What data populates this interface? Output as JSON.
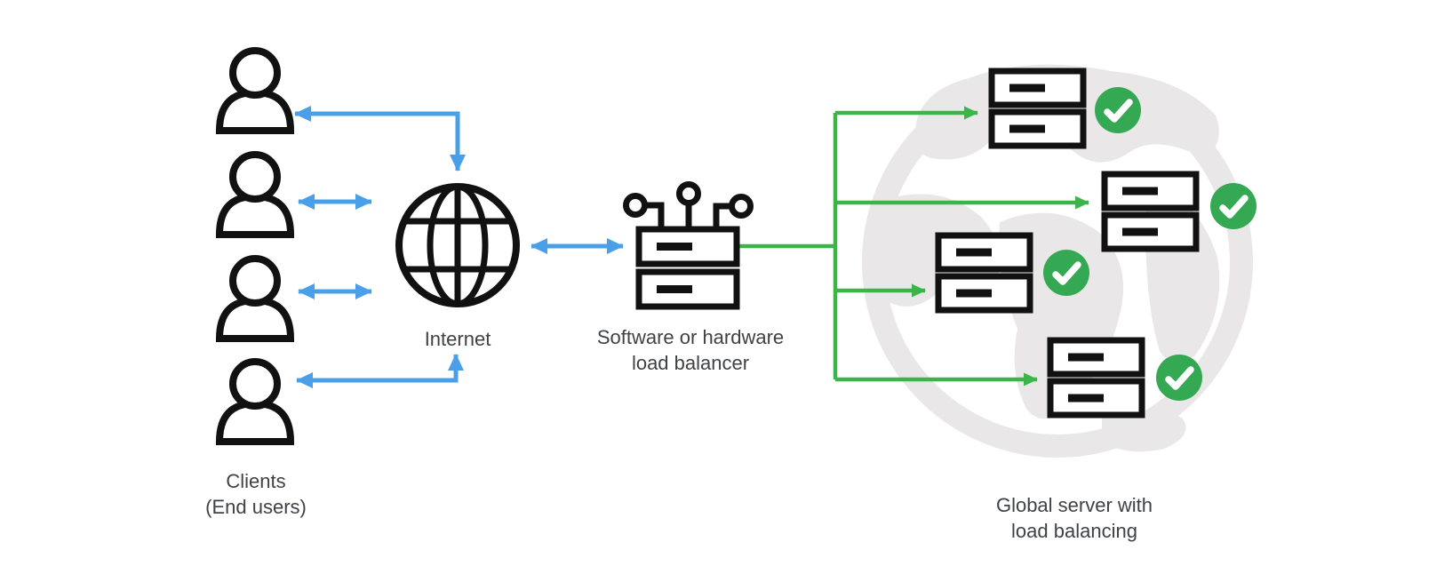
{
  "diagram": {
    "type": "network-architecture",
    "labels": {
      "clients": {
        "line1": "Clients",
        "line2": "(End users)"
      },
      "internet": "Internet",
      "load_balancer": {
        "line1": "Software or hardware",
        "line2": "load balancer"
      },
      "global_servers": {
        "line1": "Global server with",
        "line2": "load balancing"
      }
    },
    "nodes": {
      "clients": {
        "icon": "person-icon",
        "count": 4
      },
      "internet": {
        "icon": "globe-grid-icon"
      },
      "load_balancer": {
        "icon": "load-balancer-icon"
      },
      "server_groups": [
        {
          "id": 1,
          "icon": "server-stack-icon",
          "status": "healthy",
          "status_icon": "check-circle-icon"
        },
        {
          "id": 2,
          "icon": "server-stack-icon",
          "status": "healthy",
          "status_icon": "check-circle-icon"
        },
        {
          "id": 3,
          "icon": "server-stack-icon",
          "status": "healthy",
          "status_icon": "check-circle-icon"
        },
        {
          "id": 4,
          "icon": "server-stack-icon",
          "status": "healthy",
          "status_icon": "check-circle-icon"
        }
      ],
      "background_watermark": {
        "icon": "world-globe-watermark"
      }
    },
    "connections": [
      {
        "from": "client-1",
        "to": "internet",
        "direction": "bidirectional",
        "color": "#49a0e9"
      },
      {
        "from": "client-2",
        "to": "internet",
        "direction": "bidirectional",
        "color": "#49a0e9"
      },
      {
        "from": "client-3",
        "to": "internet",
        "direction": "bidirectional",
        "color": "#49a0e9"
      },
      {
        "from": "client-4",
        "to": "internet",
        "direction": "bidirectional",
        "color": "#49a0e9"
      },
      {
        "from": "internet",
        "to": "load-balancer",
        "direction": "bidirectional",
        "color": "#49a0e9"
      },
      {
        "from": "load-balancer",
        "to": "server-group-1",
        "direction": "forward",
        "color": "#3cb44a"
      },
      {
        "from": "load-balancer",
        "to": "server-group-2",
        "direction": "forward",
        "color": "#3cb44a"
      },
      {
        "from": "load-balancer",
        "to": "server-group-3",
        "direction": "forward",
        "color": "#3cb44a"
      },
      {
        "from": "load-balancer",
        "to": "server-group-4",
        "direction": "forward",
        "color": "#3cb44a"
      }
    ],
    "colors": {
      "arrow_blue": "#49a0e9",
      "arrow_green": "#3cb44a",
      "badge_green": "#35a853",
      "icon_ink": "#111111",
      "label_text": "#3f4245",
      "watermark_gray": "#e9e7e7",
      "background": "#ffffff"
    }
  }
}
